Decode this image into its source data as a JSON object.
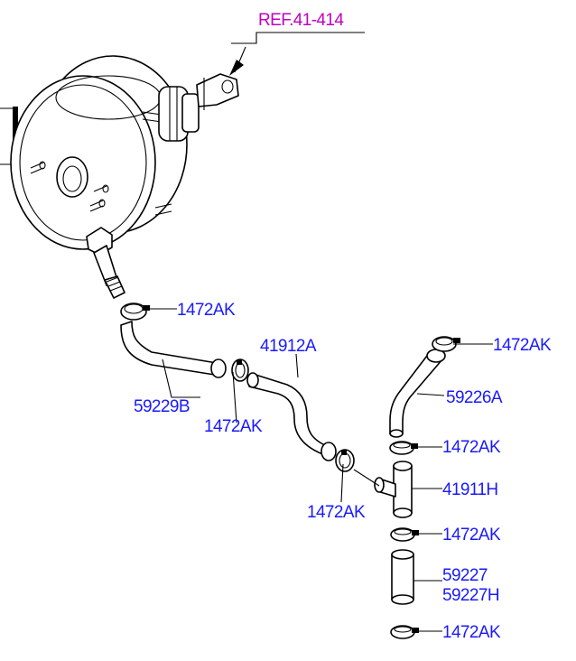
{
  "diagram": {
    "ref_label": "REF.41-414",
    "label_color": "#1a1aff",
    "ref_color": "#c000c0",
    "parts": [
      {
        "id": "p1",
        "code": "1472AK"
      },
      {
        "id": "p2",
        "code": "59229B"
      },
      {
        "id": "p3",
        "code": "1472AK"
      },
      {
        "id": "p4",
        "code": "41912A"
      },
      {
        "id": "p5",
        "code": "1472AK"
      },
      {
        "id": "p6",
        "code": "1472AK"
      },
      {
        "id": "p7",
        "code": "59226A"
      },
      {
        "id": "p8",
        "code": "1472AK"
      },
      {
        "id": "p9",
        "code": "41911H"
      },
      {
        "id": "p10",
        "code": "1472AK"
      },
      {
        "id": "p11",
        "code": "59227"
      },
      {
        "id": "p12",
        "code": "59227H"
      },
      {
        "id": "p13",
        "code": "1472AK"
      }
    ]
  }
}
